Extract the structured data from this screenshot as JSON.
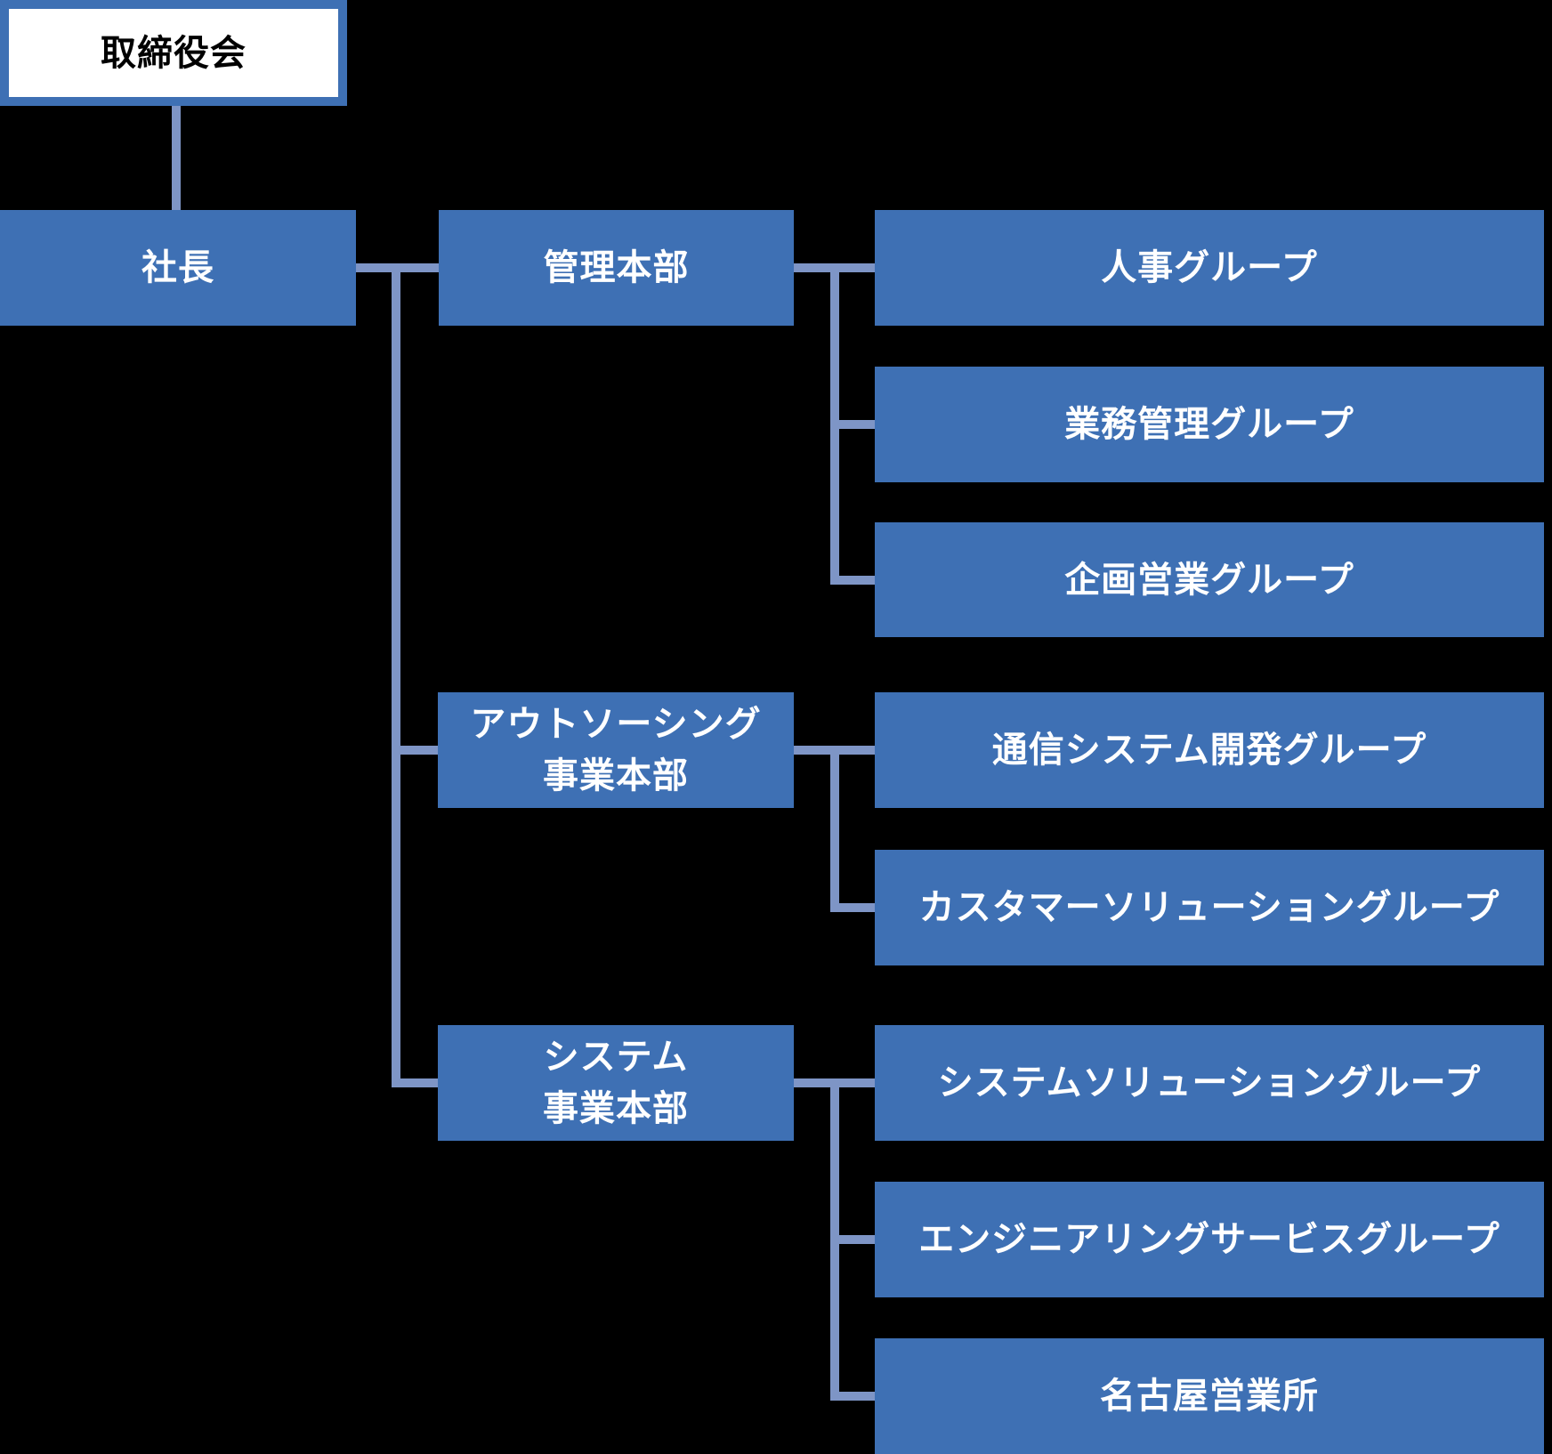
{
  "org_chart": {
    "type": "organization-chart",
    "language": "ja",
    "colors": {
      "background": "#000000",
      "box_fill": "#3e70b4",
      "box_text": "#ffffff",
      "root_fill": "#ffffff",
      "root_border": "#3e70b4",
      "root_text": "#000000",
      "connector": "#7e95c6"
    },
    "nodes": {
      "board": {
        "label": "取締役会"
      },
      "president": {
        "label": "社長"
      },
      "admin_hq": {
        "label": "管理本部"
      },
      "outsourcing_hq": {
        "label_line1": "アウトソーシング",
        "label_line2": "事業本部"
      },
      "system_hq": {
        "label_line1": "システム",
        "label_line2": "事業本部"
      },
      "hr_group": {
        "label": "人事グループ"
      },
      "business_admin_group": {
        "label": "業務管理グループ"
      },
      "planning_sales_group": {
        "label": "企画営業グループ"
      },
      "comm_system_dev_group": {
        "label": "通信システム開発グループ"
      },
      "customer_solution_group": {
        "label": "カスタマーソリューショングループ"
      },
      "system_solution_group": {
        "label": "システムソリューショングループ"
      },
      "engineering_service_group": {
        "label": "エンジニアリングサービスグループ"
      },
      "nagoya_office": {
        "label": "名古屋営業所"
      }
    },
    "hierarchy": {
      "board": {
        "president": {
          "admin_hq": [
            "hr_group",
            "business_admin_group",
            "planning_sales_group"
          ],
          "outsourcing_hq": [
            "comm_system_dev_group",
            "customer_solution_group"
          ],
          "system_hq": [
            "system_solution_group",
            "engineering_service_group",
            "nagoya_office"
          ]
        }
      }
    }
  }
}
